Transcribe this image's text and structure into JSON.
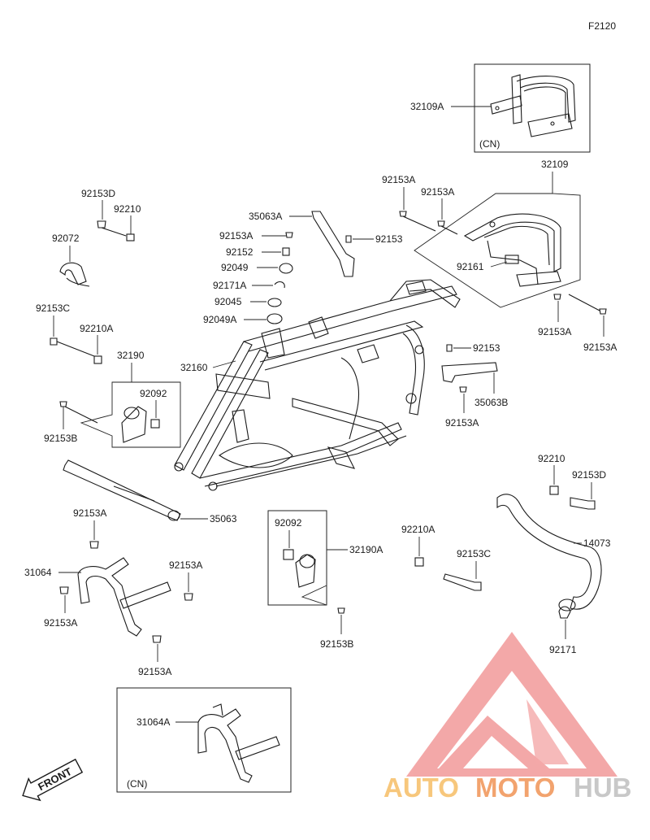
{
  "figure_code": "F2120",
  "labels": {
    "l_32109A": "32109A",
    "l_cn_top": "(CN)",
    "l_32109": "32109",
    "l_92153A_a": "92153A",
    "l_92153A_b": "92153A",
    "l_92161": "92161",
    "l_92153A_c": "92153A",
    "l_92153A_d": "92153A",
    "l_92153D_a": "92153D",
    "l_92210_a": "92210",
    "l_92072": "92072",
    "l_35063A": "35063A",
    "l_92153A_e": "92153A",
    "l_92153_a": "92153",
    "l_92152": "92152",
    "l_92049": "92049",
    "l_92171A": "92171A",
    "l_92045": "92045",
    "l_92049A": "92049A",
    "l_92153C_a": "92153C",
    "l_92210A_a": "92210A",
    "l_32190": "32190",
    "l_32160": "32160",
    "l_92092_a": "92092",
    "l_92153B_a": "92153B",
    "l_92153_b": "92153",
    "l_35063B": "35063B",
    "l_92153A_f": "92153A",
    "l_35063": "35063",
    "l_92210_b": "92210",
    "l_92153D_b": "92153D",
    "l_92153A_g": "92153A",
    "l_31064": "31064",
    "l_92153A_h": "92153A",
    "l_92153A_i": "92153A",
    "l_92153A_j": "92153A",
    "l_92092_b": "92092",
    "l_32190A": "32190A",
    "l_92153B_b": "92153B",
    "l_92210A_b": "92210A",
    "l_92153C_b": "92153C",
    "l_14073": "14073",
    "l_92171": "92171",
    "l_31064A": "31064A",
    "l_cn_bottom": "(CN)"
  },
  "front_arrow_text": "FRONT",
  "watermark": {
    "word_part1": "AUTO",
    "word_part2": "MOTO",
    "word_part3": "HUB",
    "color_light": "#f7c77c",
    "color_mid": "#f2a36e",
    "color_dark": "#c8c8c8",
    "logo_color": "#f08a8a"
  }
}
